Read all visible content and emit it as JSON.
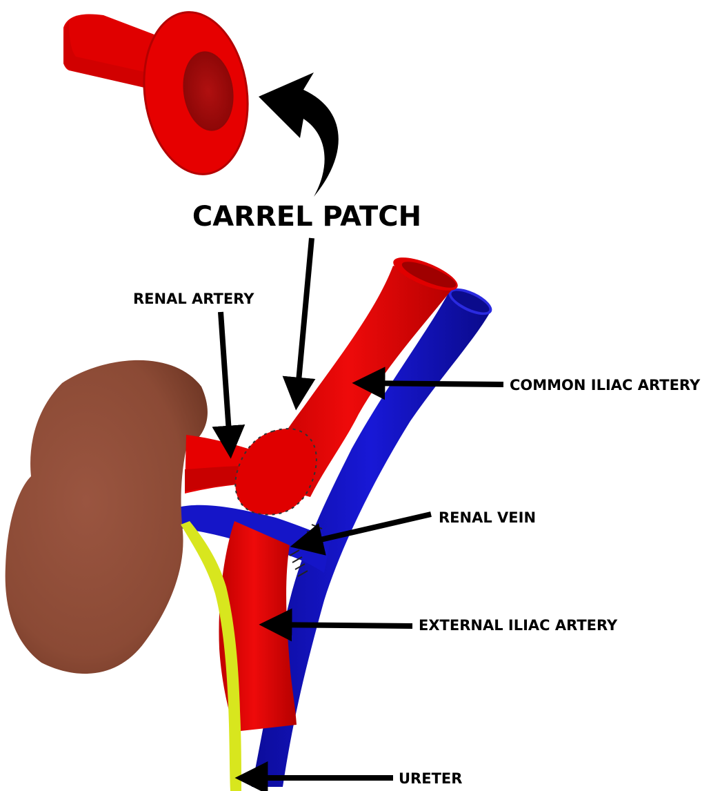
{
  "diagram": {
    "colors": {
      "artery": "#e60000",
      "artery_dark": "#a80c0c",
      "vein": "#1515c8",
      "kidney": "#8b4a35",
      "ureter": "#d8e61e",
      "arrow": "#000000",
      "background": "#ffffff"
    },
    "labels": {
      "carrel_patch": "CARREL PATCH",
      "renal_artery": "RENAL ARTERY",
      "common_iliac_artery": "COMMON ILIAC ARTERY",
      "renal_vein": "RENAL VEIN",
      "external_iliac_artery": "EXTERNAL ILIAC ARTERY",
      "ureter": "URETER"
    }
  }
}
